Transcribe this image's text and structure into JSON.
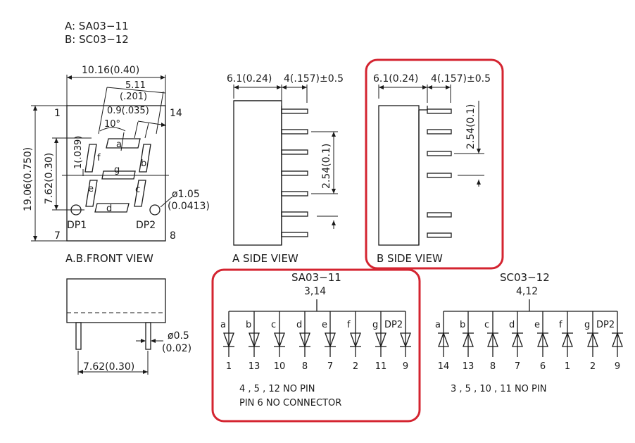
{
  "header": {
    "line_a": "A:  SA03−11",
    "line_b": "B:  SC03−12"
  },
  "front_view": {
    "width_dim": "10.16(0.40)",
    "height_dim": "19.06(0.750)",
    "digit_height_dim": "7.62(0.30)",
    "seg_thickness_dim": "1(.039)",
    "digit_width_dim_1": "5.11",
    "digit_width_dim_2": "(.201)",
    "seg_width_dim": "0.9(.035)",
    "slant_angle": "10°",
    "dp_dia_1": "ø1.05",
    "dp_dia_2": "(0.0413)",
    "pin_1": "1",
    "pin_14": "14",
    "pin_7": "7",
    "pin_8": "8",
    "dp1": "DP1",
    "dp2": "DP2",
    "segments": [
      "a",
      "b",
      "c",
      "d",
      "e",
      "f",
      "g"
    ],
    "caption": "A.B.FRONT  VIEW"
  },
  "bottom_view": {
    "pin_dia_1": "ø0.5",
    "pin_dia_2": "(0.02)",
    "row_spacing": "7.62(0.30)"
  },
  "side_a": {
    "dim_body": "6.1(0.24)",
    "dim_pin": "4(.157)±0.5",
    "pitch": "2.54(0.1)",
    "caption": "A  SIDE  VIEW"
  },
  "side_b": {
    "dim_body": "6.1(0.24)",
    "dim_pin": "4(.157)±0.5",
    "pitch": "2.54(0.1)",
    "caption": "B  SIDE  VIEW"
  },
  "sa_circuit": {
    "title": "SA03−11",
    "common": "3,14",
    "labels": [
      "a",
      "b",
      "c",
      "d",
      "e",
      "f",
      "g",
      "DP2"
    ],
    "pins": [
      "1",
      "13",
      "10",
      "8",
      "7",
      "2",
      "11",
      "9"
    ],
    "note_1": "4  ,  5  ,  12  NO  PIN",
    "note_2": "PIN  6  NO  CONNECTOR"
  },
  "sc_circuit": {
    "title": "SC03−12",
    "common": "4,12",
    "labels": [
      "a",
      "b",
      "c",
      "d",
      "e",
      "f",
      "g",
      "DP2"
    ],
    "pins": [
      "14",
      "13",
      "8",
      "7",
      "6",
      "1",
      "2",
      "9"
    ],
    "note_1": "3  ,  5  ,  10  ,  11  NO  PIN"
  },
  "highlight_color": "#d42430"
}
